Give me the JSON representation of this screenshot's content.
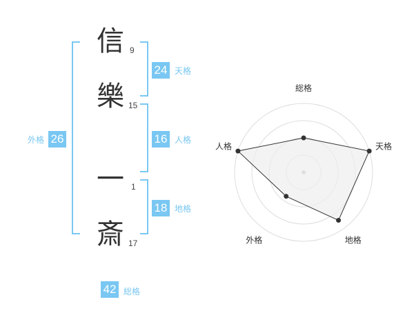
{
  "name": {
    "characters": [
      {
        "char": "信",
        "strokes": "9"
      },
      {
        "char": "樂",
        "strokes": "15"
      },
      {
        "char": "一",
        "strokes": "1"
      },
      {
        "char": "斎",
        "strokes": "17"
      }
    ]
  },
  "fortunes": {
    "tenkaku": {
      "label": "天格",
      "value": "24"
    },
    "jinkaku": {
      "label": "人格",
      "value": "16"
    },
    "chikaku": {
      "label": "地格",
      "value": "18"
    },
    "gaikaku": {
      "label": "外格",
      "value": "26"
    },
    "soukaku": {
      "label": "総格",
      "value": "42"
    }
  },
  "colors": {
    "accent": "#79c7f2",
    "text": "#333333",
    "radar_fill": "#eeeeee",
    "radar_line": "#333333"
  },
  "radar": {
    "axes": [
      {
        "label": "総格",
        "level": 0.5
      },
      {
        "label": "天格",
        "level": 1.0
      },
      {
        "label": "地格",
        "level": 0.86
      },
      {
        "label": "外格",
        "level": 0.43
      },
      {
        "label": "人格",
        "level": 1.0
      }
    ],
    "rings": 4
  }
}
